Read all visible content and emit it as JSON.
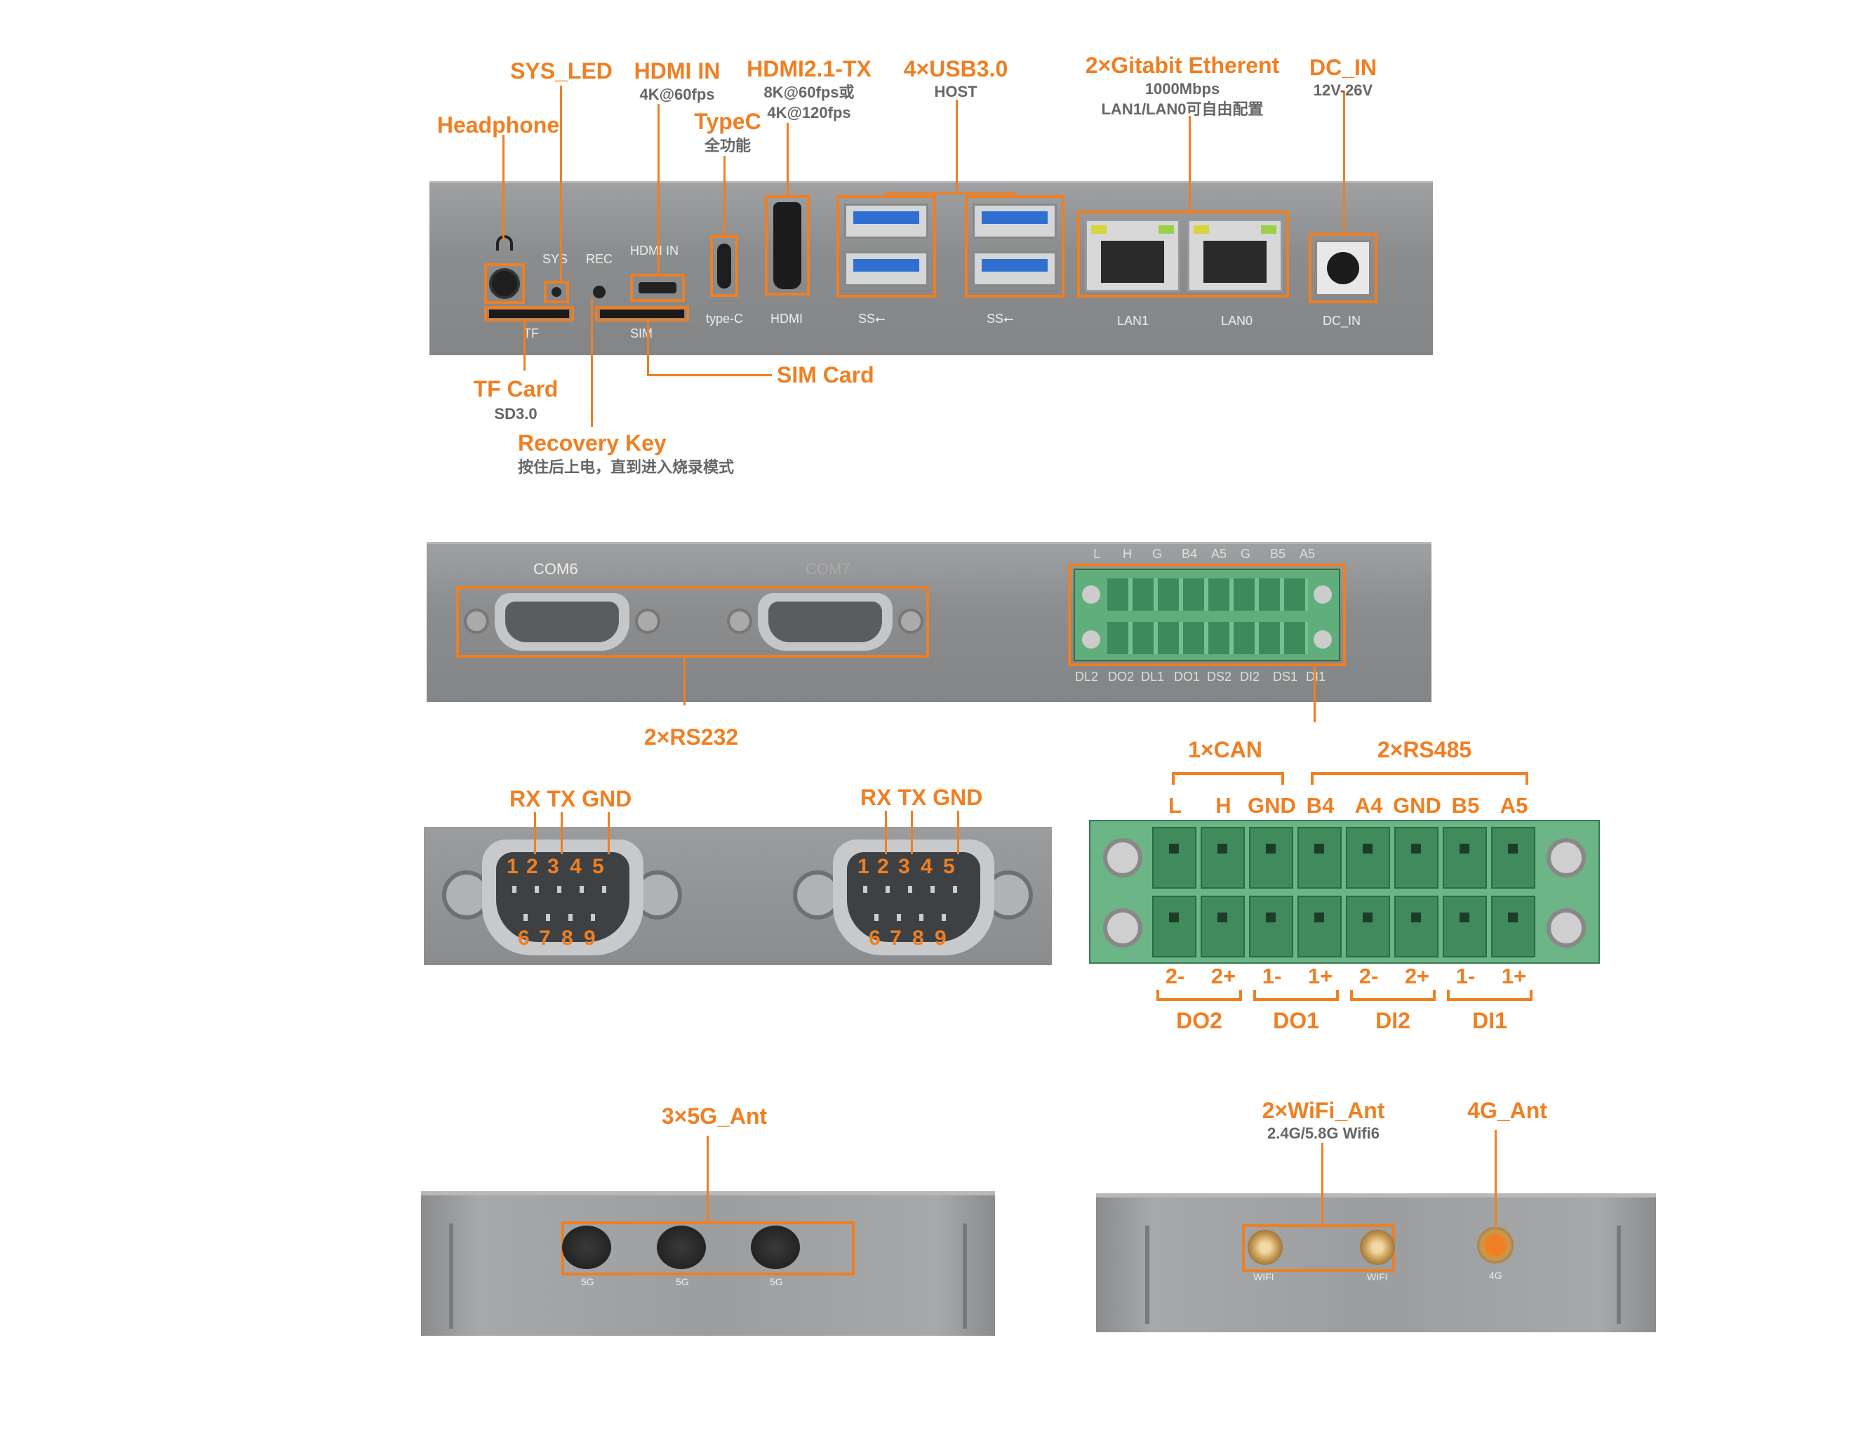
{
  "top": {
    "headphone": "Headphone",
    "sys_led": "SYS_LED",
    "hdmi_in": "HDMI IN",
    "hdmi_in_sub": "4K@60fps",
    "typec": "TypeC",
    "typec_sub": "全功能",
    "hdmi_tx": "HDMI2.1-TX",
    "hdmi_tx_sub1": "8K@60fps或",
    "hdmi_tx_sub2": "4K@120fps",
    "usb": "4×USB3.0",
    "usb_sub": "HOST",
    "eth": "2×Gitabit Etherent",
    "eth_sub1": "1000Mbps",
    "eth_sub2": "LAN1/LAN0可自由配置",
    "dc": "DC_IN",
    "dc_sub": "12V-26V",
    "tf": "TF Card",
    "tf_sub": "SD3.0",
    "sim": "SIM Card",
    "recovery": "Recovery Key",
    "recovery_sub": "按住后上电，直到进入烧录模式",
    "prints": {
      "sys": "SYS",
      "rec": "REC",
      "hdmi_in": "HDMI IN",
      "tf": "TF",
      "sim": "SIM",
      "typec": "type-C",
      "hdmi": "HDMI",
      "ss1": "SS⭠",
      "ss2": "SS⭠",
      "lan1": "LAN1",
      "lan0": "LAN0",
      "dc_in": "DC_IN"
    }
  },
  "mid": {
    "com6": "COM6",
    "com7": "COM7",
    "rs232": "2×RS232",
    "terminal_top": [
      "L",
      "H",
      "G",
      "B4",
      "A5",
      "G",
      "B5",
      "A5"
    ],
    "terminal_bottom": [
      "DL2",
      "DO2",
      "DL1",
      "DO1",
      "DS2",
      "DI2",
      "DS1",
      "DI1"
    ]
  },
  "pinout": {
    "head_left": "RX TX GND",
    "head_right": "RX TX GND",
    "top_pins": [
      "1",
      "2",
      "3",
      "4",
      "5"
    ],
    "bottom_pins": [
      "6",
      "7",
      "8",
      "9"
    ],
    "can": "1×CAN",
    "rs485": "2×RS485",
    "top_labels": [
      "L",
      "H",
      "GND",
      "B4",
      "A4",
      "GND",
      "B5",
      "A5"
    ],
    "bottom_labels": [
      "2-",
      "2+",
      "1-",
      "1+",
      "2-",
      "2+",
      "1-",
      "1+"
    ],
    "groups": [
      "DO2",
      "DO1",
      "DI2",
      "DI1"
    ]
  },
  "bottom": {
    "ant5g": "3×5G_Ant",
    "ant5g_prints": [
      "5G",
      "5G",
      "5G"
    ],
    "wifi": "2×WiFi_Ant",
    "wifi_sub": "2.4G/5.8G Wifi6",
    "lte": "4G_Ant",
    "wifi_prints": [
      "WIFI",
      "WIFI"
    ],
    "lte_print": "4G"
  },
  "colors": {
    "accent": "#ef7f22",
    "panel": "#8e9092",
    "terminal": "#5fae7c"
  }
}
